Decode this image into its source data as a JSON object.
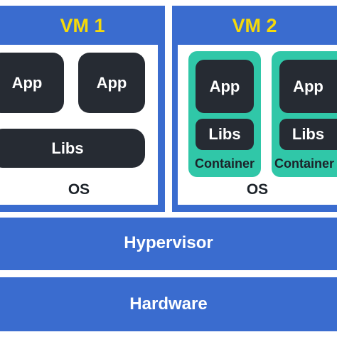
{
  "colors": {
    "blue": "#3a6ccf",
    "title_yellow": "#f5d90a",
    "dark_block": "#262b33",
    "container_teal": "#30c7a8",
    "white": "#ffffff"
  },
  "vm1": {
    "title": "VM 1",
    "app_left": "App",
    "app_right": "App",
    "libs": "Libs",
    "os": "OS"
  },
  "vm2": {
    "title": "VM 2",
    "container_left": {
      "app": "App",
      "libs": "Libs",
      "label": "Container"
    },
    "container_right": {
      "app": "App",
      "libs": "Libs",
      "label": "Container"
    },
    "os": "OS"
  },
  "hypervisor": {
    "label": "Hypervisor"
  },
  "hardware": {
    "label": "Hardware"
  }
}
